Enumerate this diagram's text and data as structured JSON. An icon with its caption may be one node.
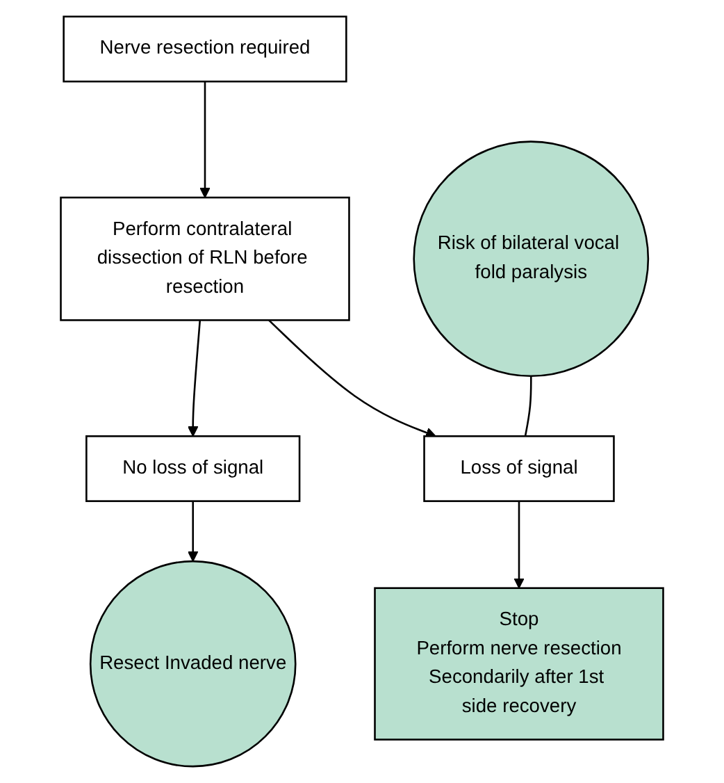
{
  "diagram": {
    "nodes": [
      {
        "text": [
          "Nerve resection required"
        ]
      },
      {
        "text": [
          "Perform contralateral dissection of RLN before resection"
        ]
      },
      {
        "text": [
          "No loss of signal"
        ]
      },
      {
        "text": [
          "Loss of signal"
        ]
      },
      {
        "text": [
          "Risk of bilateral vocal fold paralysis"
        ]
      },
      {
        "text": [
          "Resect Invaded nerve"
        ]
      },
      {
        "text": [
          "Stop",
          "Perform nerve resection",
          "Secondarily after 1st side recovery"
        ]
      }
    ],
    "edges": [
      {
        "from": 0,
        "to": 1,
        "arrow": "to"
      },
      {
        "from": 1,
        "to": 2,
        "arrow": "to"
      },
      {
        "from": 1,
        "to": 3,
        "arrow": "to"
      },
      {
        "from": 2,
        "to": 5,
        "arrow": "to"
      },
      {
        "from": 3,
        "to": 6,
        "arrow": "to"
      },
      {
        "from": 4,
        "to": 3,
        "arrow": "none"
      }
    ]
  }
}
